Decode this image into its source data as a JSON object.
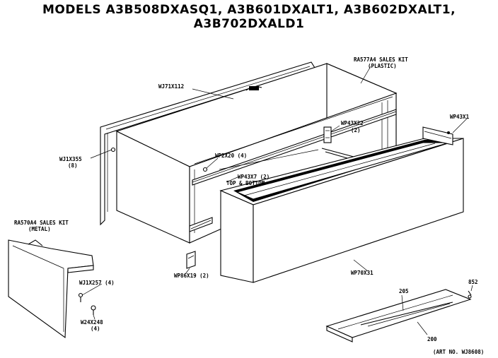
{
  "header": {
    "line1": "MODELS A3B508DXASQ1, A3B601DXALT1, A3B602DXALT1,",
    "line2": "A3B702DXALD1"
  },
  "parts": {
    "wj71x112": "WJ71X112",
    "ra577a4": "RA577A4 SALES KIT",
    "ra577a4_sub": "(PLASTIC)",
    "wp43x1": "WP43X1",
    "wp43x22": "WP43X22",
    "wp43x22_qty": "(2)",
    "wj1x355": "WJ1X355",
    "wj1x355_qty": "(8)",
    "wp2x20": "WP2X20 (4)",
    "wp43x7": "WP43X7 (2)",
    "wp43x7_sub": "TOP & BOTTOM",
    "ra570a4": "RA570A4 SALES KIT",
    "ra570a4_sub": "(METAL)",
    "wj1x257": "WJ1X257 (4)",
    "w24x248": "W24X248",
    "w24x248_qty": "(4)",
    "wp86x19": "WP86X19 (2)",
    "wp70x31": "WP70X31",
    "p852": "852",
    "p205": "205",
    "p200": "200",
    "art_no": "(ART NO. WJ8608)"
  }
}
